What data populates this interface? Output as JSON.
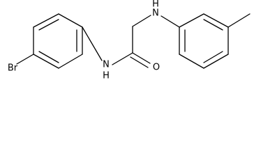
{
  "atoms": {
    "bromine": "Br",
    "amide_nitrogen": "N",
    "amide_hydrogen": "H",
    "amine_nitrogen": "N",
    "amine_hydrogen": "H",
    "carbonyl_oxygen": "O"
  },
  "colors": {
    "bond": "#000000",
    "label": "#000000",
    "background": "#ffffff"
  }
}
